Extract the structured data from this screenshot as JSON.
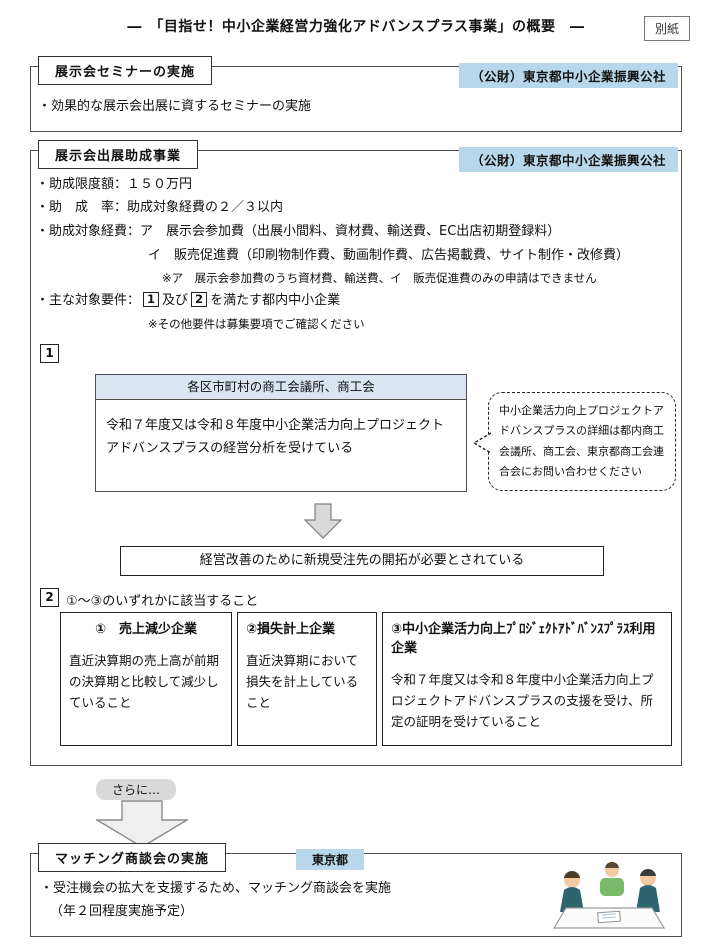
{
  "page": {
    "title": "―　「目指せ！中小企業経営力強化アドバンスプラス事業」の概要　―",
    "corner_label": "別紙"
  },
  "colors": {
    "label_blue": "#b9d7ea",
    "header_fill": "#dbe5f1",
    "arrow_gray": "#d9d9d9"
  },
  "seminar": {
    "heading": "展示会セミナーの実施",
    "org": "（公財）東京都中小企業振興公社",
    "bullet": "・効果的な展示会出展に資するセミナーの実施"
  },
  "subsidy": {
    "heading": "展示会出展助成事業",
    "org": "（公財）東京都中小企業振興公社",
    "limit": "・助成限度額：１５０万円",
    "rate": "・助　成　率：助成対象経費の２／３以内",
    "expense_line1": "・助成対象経費：ア　展示会参加費（出展小間料、資材費、輸送費、EC出店初期登録料）",
    "expense_line2": "イ　販売促進費（印刷物制作費、動画制作費、広告掲載費、サイト制作・改修費）",
    "expense_note": "※ア　展示会参加費のうち資材費、輸送費、イ　販売促進費のみの申請はできません",
    "req_prefix": "・主な対象要件：",
    "req_box1": "1",
    "req_mid": "及び",
    "req_box2": "2",
    "req_suffix": "を満たす都内中小企業",
    "req_note": "※その他要件は募集要項でご確認ください",
    "step1": {
      "num": "1",
      "box_header": "各区市町村の商工会議所、商工会",
      "box_body": "令和７年度又は令和８年度中小企業活力向上プロジェクトアドバンスプラスの経営分析を受けている",
      "callout": "中小企業活力向上プロジェクトアドバンスプラスの詳細は都内商工会議所、商工会、東京都商工会連合会にお問い合わせください",
      "result": "経営改善のために新規受注先の開拓が必要とされている"
    },
    "step2": {
      "num": "2",
      "label": "①～③のいずれかに該当すること",
      "cards": [
        {
          "title": "①　売上減少企業",
          "body": "直近決算期の売上高が前期の決算期と比較して減少していること"
        },
        {
          "title": "②損失計上企業",
          "body": "直近決算期において損失を計上していること"
        },
        {
          "title": "③中小企業活力向上ﾌﾟﾛｼﾞｪｸﾄｱﾄﾞﾊﾞﾝｽﾌﾟﾗｽ利用企業",
          "body": "令和７年度又は令和８年度中小企業活力向上プロジェクトアドバンスプラスの支援を受け、所定の証明を受けていること"
        }
      ]
    }
  },
  "further_label": "さらに…",
  "matching": {
    "heading": "マッチング商談会の実施",
    "org": "東京都",
    "bullet1": "・受注機会の拡大を支援するため、マッチング商談会を実施",
    "bullet2": "（年２回程度実施予定）"
  }
}
